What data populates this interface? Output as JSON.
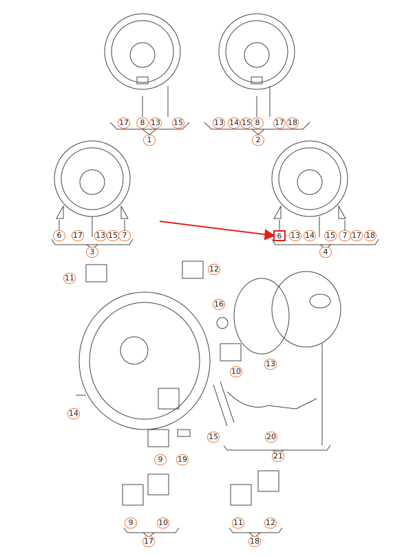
{
  "diagram": {
    "title": "Steering wheel parts",
    "colors": {
      "callout_border": "#f07a3c",
      "highlight": "#e0201a",
      "line": "#444444"
    },
    "variant1": {
      "labels": [
        "17",
        "8",
        "13",
        "15"
      ],
      "group": "1"
    },
    "variant2": {
      "labels": [
        "13",
        "14",
        "15",
        "8",
        "17",
        "18"
      ],
      "group": "2"
    },
    "variant3": {
      "labels": [
        "6",
        "17",
        "13",
        "15",
        "7"
      ],
      "group": "3"
    },
    "variant4": {
      "labels": [
        "6",
        "13",
        "14",
        "15",
        "7",
        "17",
        "18"
      ],
      "group": "4",
      "highlighted": "6"
    },
    "exploded": {
      "labels": [
        "11",
        "12",
        "16",
        "13",
        "10",
        "14",
        "15",
        "20",
        "9",
        "19",
        "21"
      ]
    },
    "set17": {
      "labels": [
        "9",
        "10"
      ],
      "group": "17"
    },
    "set18": {
      "labels": [
        "11",
        "12"
      ],
      "group": "18"
    }
  }
}
